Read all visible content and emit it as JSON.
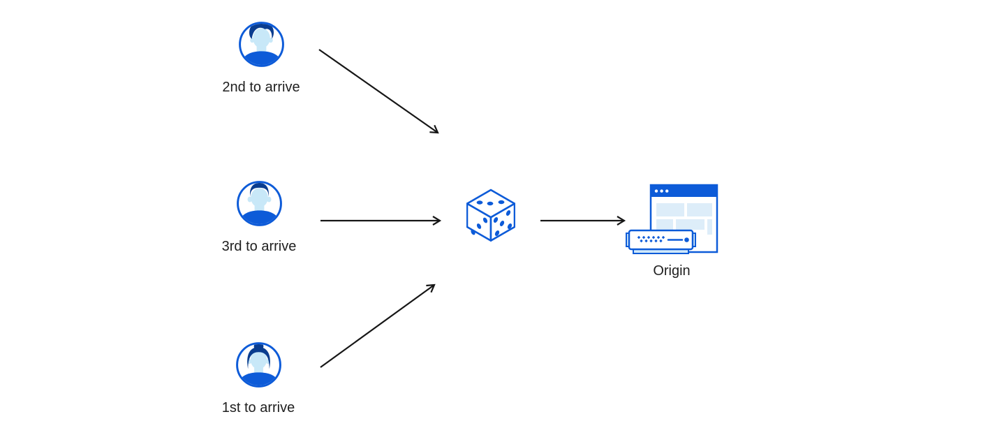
{
  "diagram": {
    "clients": [
      {
        "label": "2nd to arrive",
        "icon": "male-avatar-pompadour-icon"
      },
      {
        "label": "3rd to arrive",
        "icon": "male-avatar-short-hair-icon"
      },
      {
        "label": "1st to arrive",
        "icon": "female-avatar-bun-icon"
      }
    ],
    "randomizer": {
      "icon": "dice-icon"
    },
    "origin": {
      "label": "Origin",
      "icon": "origin-server-browser-icon"
    },
    "edges": [
      {
        "from": "client-2nd-to-arrive",
        "to": "dice"
      },
      {
        "from": "client-3rd-to-arrive",
        "to": "dice"
      },
      {
        "from": "client-1st-to-arrive",
        "to": "dice"
      },
      {
        "from": "dice",
        "to": "origin"
      }
    ],
    "colors": {
      "primary_blue": "#0d5bd8",
      "dark_blue": "#0a3d8f",
      "light_blue": "#c8e8f8",
      "pale_blue": "#ddedf9",
      "server_base_blue": "#cfe8fa",
      "arrow_black": "#161616",
      "text_black": "#202020",
      "background_color": "#ffffff"
    }
  }
}
